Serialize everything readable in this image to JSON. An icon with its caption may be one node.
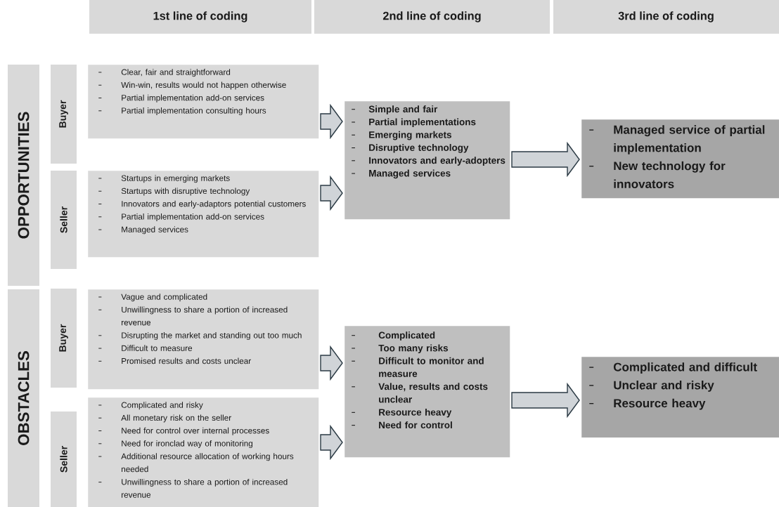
{
  "diagram": {
    "nodes": [
      {
        "text": [
          "1st line of coding"
        ]
      },
      {
        "text": [
          "2nd line of coding"
        ]
      },
      {
        "text": [
          "3rd line of coding"
        ]
      },
      {
        "text": [
          "OPPORTUNITIES"
        ]
      },
      {
        "text": [
          "Buyer"
        ]
      },
      {
        "text": [
          "Clear, fair and straightforward",
          "Win-win, results would not happen otherwise",
          "Partial implementation add-on services",
          "Partial implementation consulting hours"
        ]
      },
      {
        "text": [
          "Seller"
        ]
      },
      {
        "text": [
          "Startups in emerging markets",
          "Startups with disruptive technology",
          "Innovators and early-adaptors potential customers",
          "Partial implementation add-on services",
          "Managed services"
        ]
      },
      {
        "text": [
          "Simple and fair",
          "Partial implementations",
          "Emerging markets",
          "Disruptive technology",
          "Innovators and early-adopters",
          "Managed services"
        ]
      },
      {
        "text": [
          "Managed service of partial implementation",
          "New technology for innovators"
        ]
      },
      {
        "text": [
          "OBSTACLES"
        ]
      },
      {
        "text": [
          "Buyer"
        ]
      },
      {
        "text": [
          "Vague and complicated",
          "Unwillingness to share a portion of increased revenue",
          "Disrupting the market and standing out too much",
          "Difficult to measure",
          "Promised results and costs unclear"
        ]
      },
      {
        "text": [
          "Seller"
        ]
      },
      {
        "text": [
          "Complicated and risky",
          "All monetary risk on the seller",
          "Need for control over internal processes",
          "Need for ironclad way of monitoring",
          "Additional resource allocation of working hours needed",
          "Unwillingness to share a portion of increased revenue"
        ]
      },
      {
        "text": [
          "Complicated",
          "Too many risks",
          "Difficult to monitor and measure",
          "Value, results and costs unclear",
          "Resource heavy",
          "Need for control"
        ]
      },
      {
        "text": [
          "Complicated and difficult",
          "Unclear and risky",
          "Resource heavy"
        ]
      }
    ],
    "edges": [
      {
        "from": 5,
        "to": 8,
        "arrow": "to"
      },
      {
        "from": 7,
        "to": 8,
        "arrow": "to"
      },
      {
        "from": 8,
        "to": 9,
        "arrow": "to"
      },
      {
        "from": 12,
        "to": 15,
        "arrow": "to"
      },
      {
        "from": 14,
        "to": 15,
        "arrow": "to"
      },
      {
        "from": 15,
        "to": 16,
        "arrow": "to"
      }
    ]
  }
}
